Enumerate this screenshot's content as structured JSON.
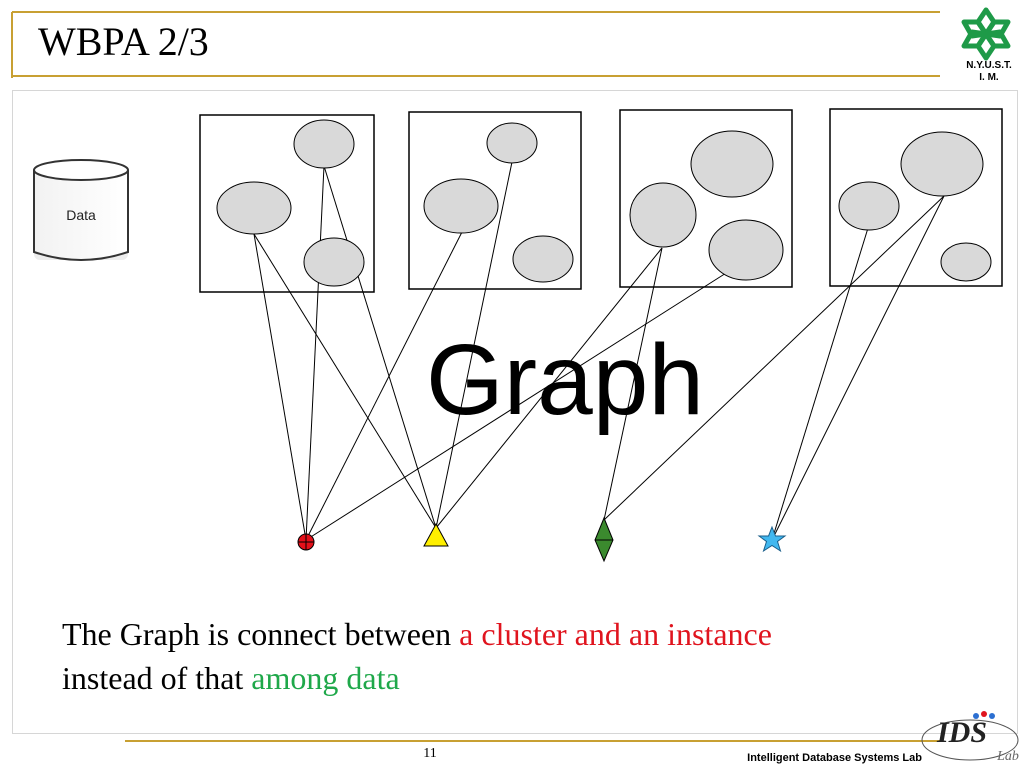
{
  "slide": {
    "title": "WBPA 2/3",
    "logo": {
      "line1": "N.Y.U.S.T.",
      "line2": "I. M."
    },
    "graph_word": "Graph",
    "data_store_label": "Data",
    "caption": {
      "part1": "The Graph is connect between ",
      "part2_highlight": "a cluster and an instance",
      "part3": "instead of that ",
      "part4_highlight": "among data"
    },
    "page_number": "11",
    "footer": "Intelligent Database Systems Lab",
    "lab_logo_text": "IDS",
    "lab_logo_sub": "Lab"
  },
  "colors": {
    "accent_line": "#c8a032",
    "highlight_red": "#e0141e",
    "highlight_green": "#1fa84a",
    "cluster_fill": "#d9d9d9",
    "instance_red": "#e3101a",
    "instance_yellow": "#ffef00",
    "instance_green": "#3b8a2e",
    "instance_blue": "#41b8f0"
  },
  "icons": {
    "logo": "snowflake-logo-icon",
    "database": "database-cylinder-icon",
    "instances": [
      "red-crossed-circle-icon",
      "yellow-triangle-icon",
      "green-diamond-icon",
      "blue-star-icon"
    ]
  }
}
